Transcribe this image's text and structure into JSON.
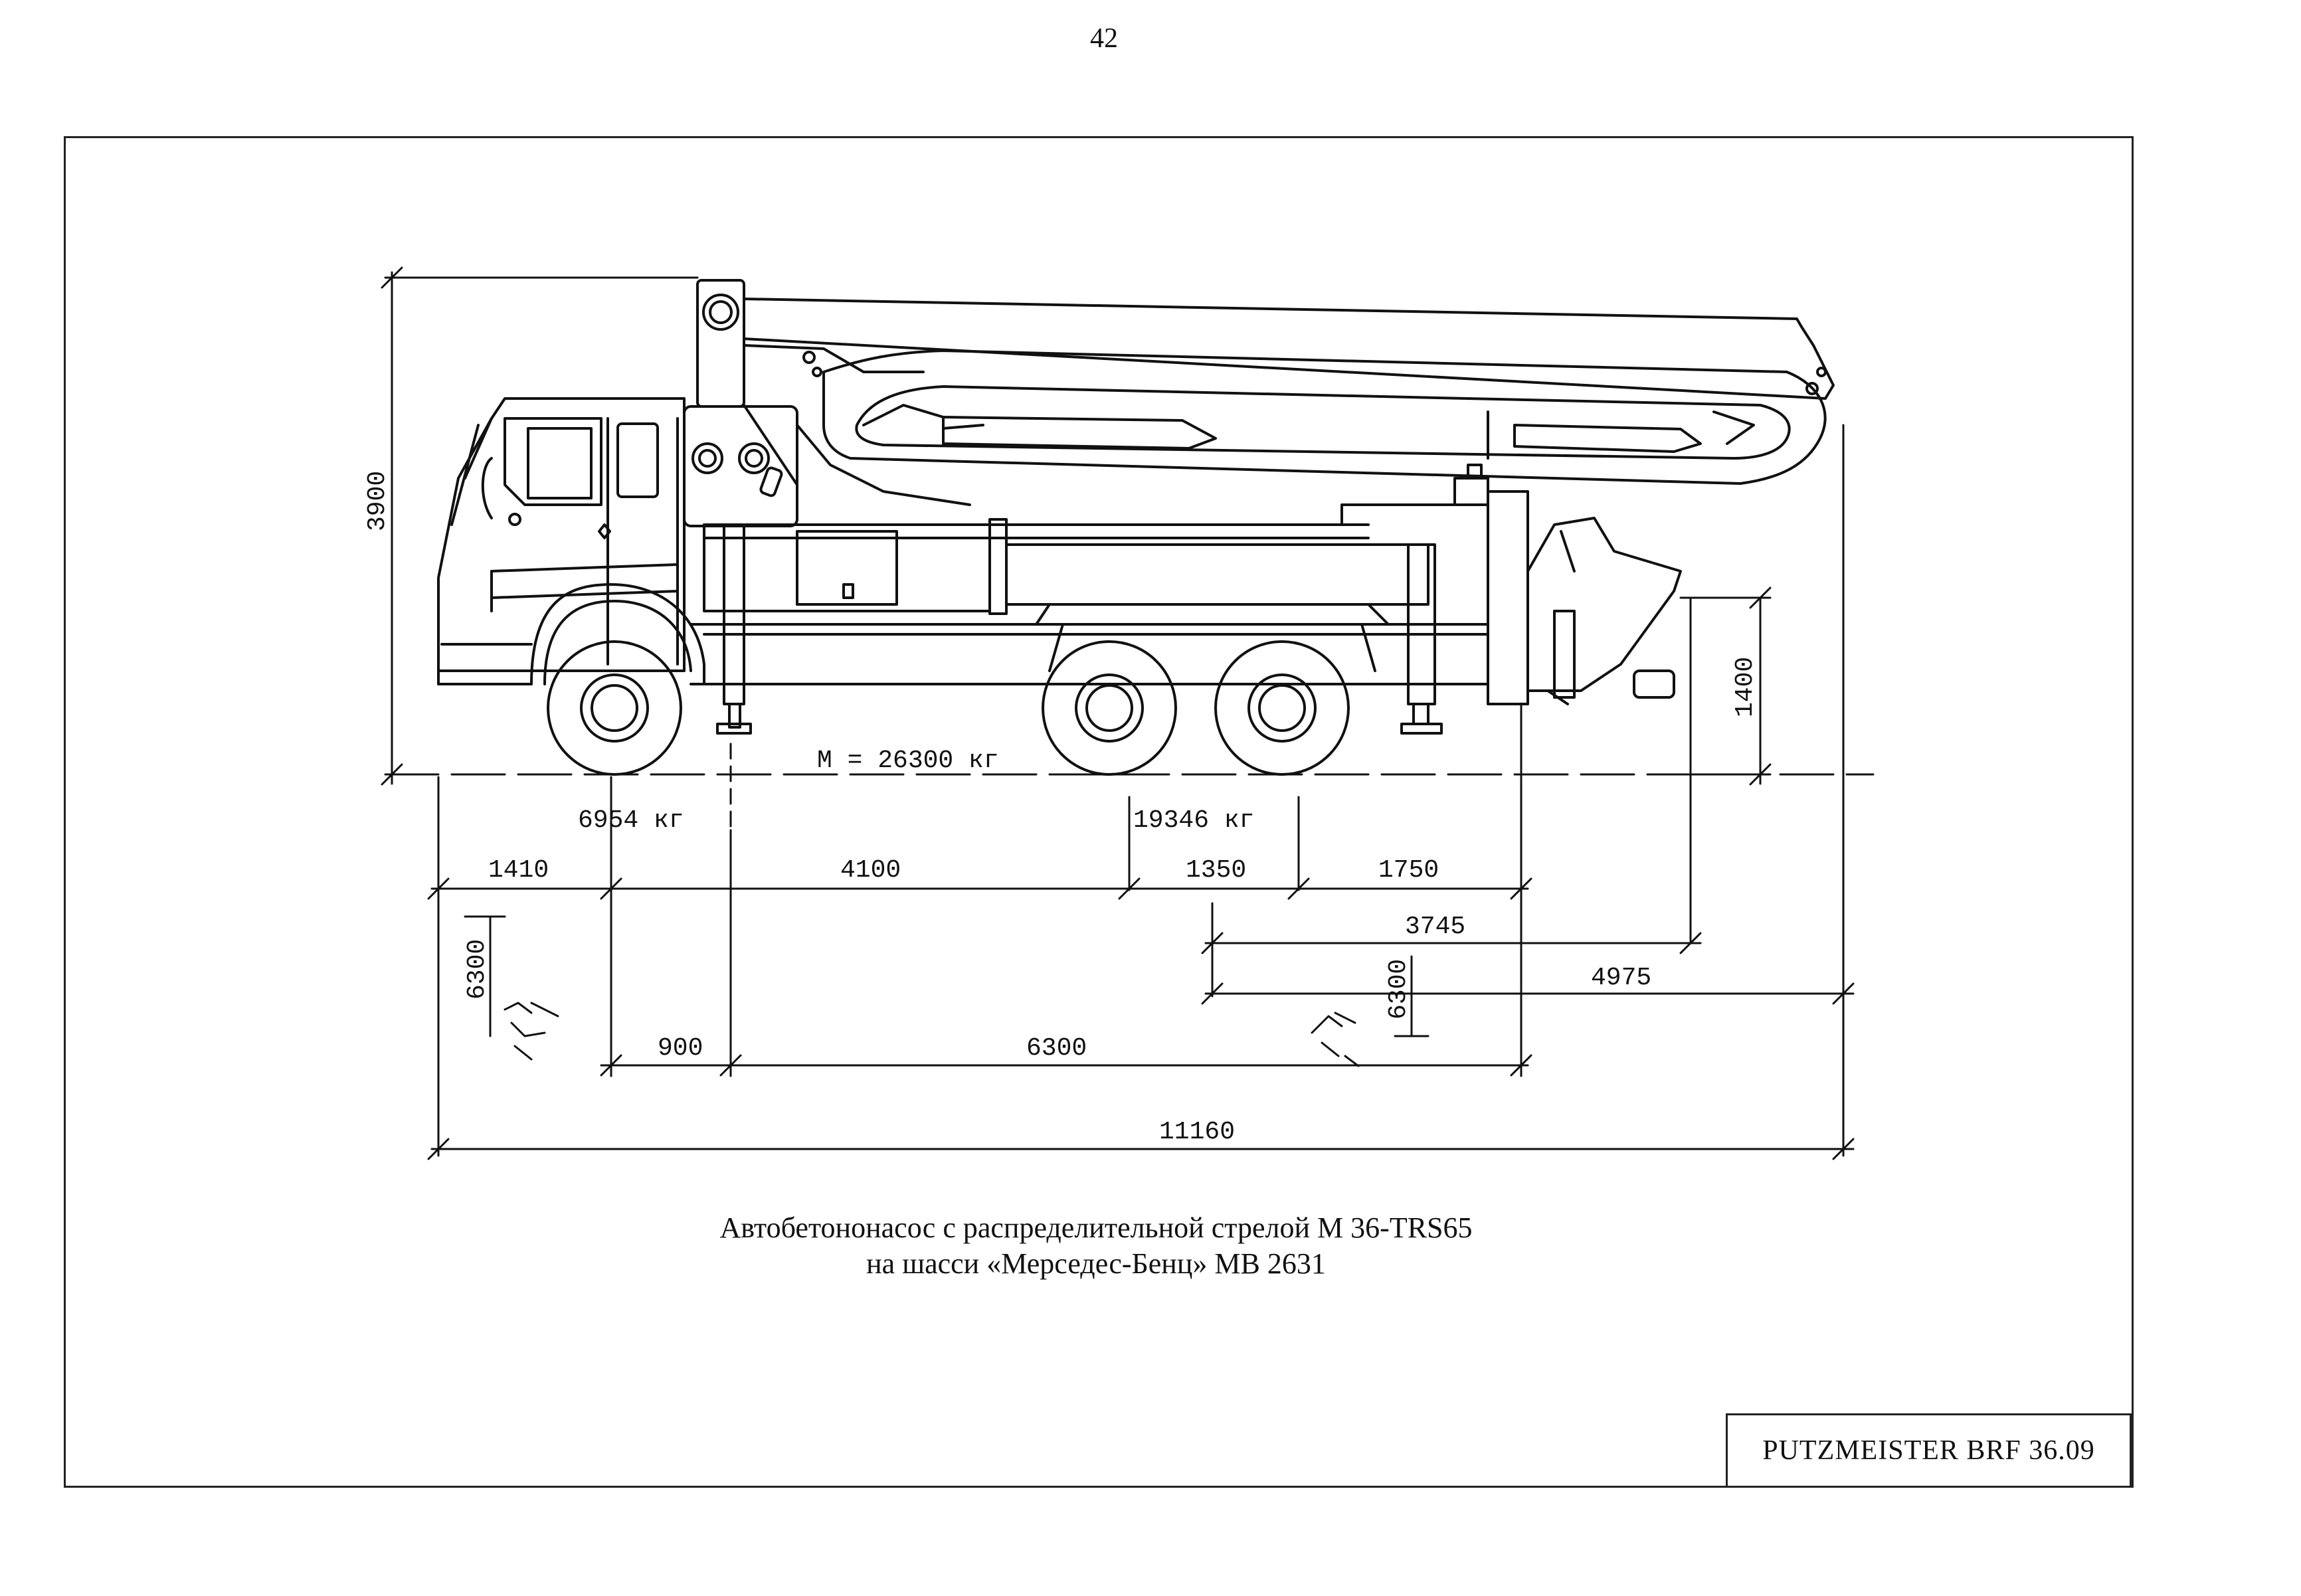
{
  "page_number": "42",
  "dimensions": {
    "height_total": "3900",
    "height_hopper": "1400",
    "mass_total": "M = 26300 кг",
    "axle_load_front": "6954 кг",
    "axle_load_rear": "19346 кг",
    "row1": [
      "1410",
      "4100",
      "1350",
      "1750"
    ],
    "d_3745": "3745",
    "d_4975": "4975",
    "d_900": "900",
    "d_6300_bottom": "6300",
    "outrigger_left": "6300",
    "outrigger_right": "6300",
    "overall_length": "11160"
  },
  "caption": {
    "line1": "Автобетононасос с распределительной стрелой М 36-TRS65",
    "line2": "на шасси «Мерседес-Бенц» МВ 2631"
  },
  "title_block": "PUTZMEISTER BRF 36.09"
}
